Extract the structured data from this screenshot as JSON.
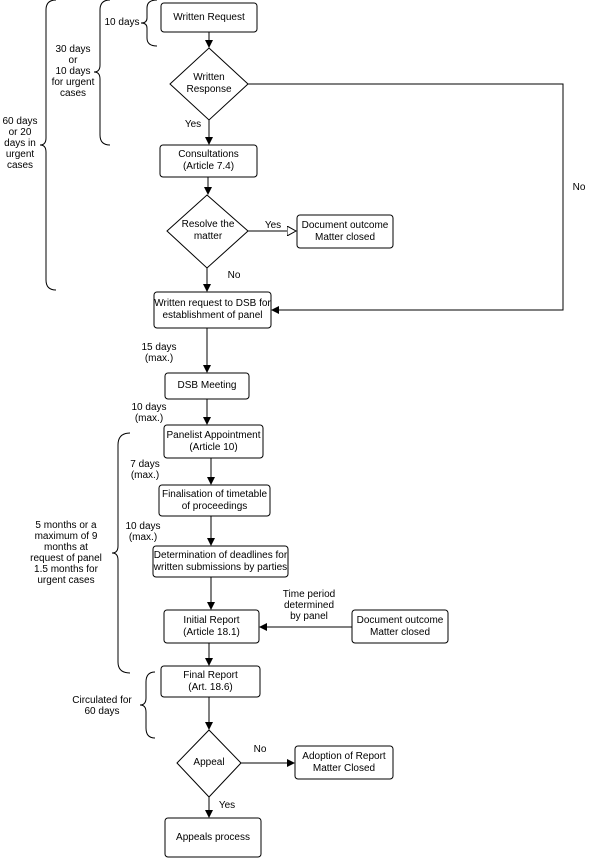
{
  "nodes": {
    "written_request": "Written Request",
    "written_response": "Written\nResponse",
    "consultations": "Consultations\n(Article 7.4)",
    "resolve_matter": "Resolve the\nmatter",
    "document_outcome_1": "Document outcome\nMatter closed",
    "request_dsb": "Written request to DSB for\nestablishment of panel",
    "dsb_meeting": "DSB Meeting",
    "panelist_appointment": "Panelist Appointment\n(Article 10)",
    "finalisation": "Finalisation of timetable\nof proceedings",
    "determination": "Determination of deadlines for\nwritten submissions by parties",
    "initial_report": "Initial Report\n(Article 18.1)",
    "document_outcome_2": "Document outcome\nMatter closed",
    "final_report": "Final Report\n(Art. 18.6)",
    "appeal": "Appeal",
    "adoption": "Adoption of Report\nMatter Closed",
    "appeals_process": "Appeals process"
  },
  "edge_labels": {
    "yes_1": "Yes",
    "yes_2": "Yes",
    "no_1": "No",
    "no_2": "No",
    "no_3": "No",
    "yes_3": "Yes",
    "days_15": "15 days\n(max.)",
    "days_10a": "10 days\n(max.)",
    "days_7": "7 days\n(max.)",
    "days_10b": "10 days\n(max.)",
    "time_period": "Time period\ndetermined\nby panel"
  },
  "brackets": {
    "b_10_days": "10 days",
    "b_30_days": "30 days\nor\n10 days\nfor urgent\ncases",
    "b_60_days": "60 days\nor 20\ndays in\nurgent\ncases",
    "b_5_months": "5 months or a\nmaximum of 9\nmonths at\nrequest of panel\n1.5 months for\nurgent cases",
    "b_circulated": "Circulated for\n60 days"
  }
}
